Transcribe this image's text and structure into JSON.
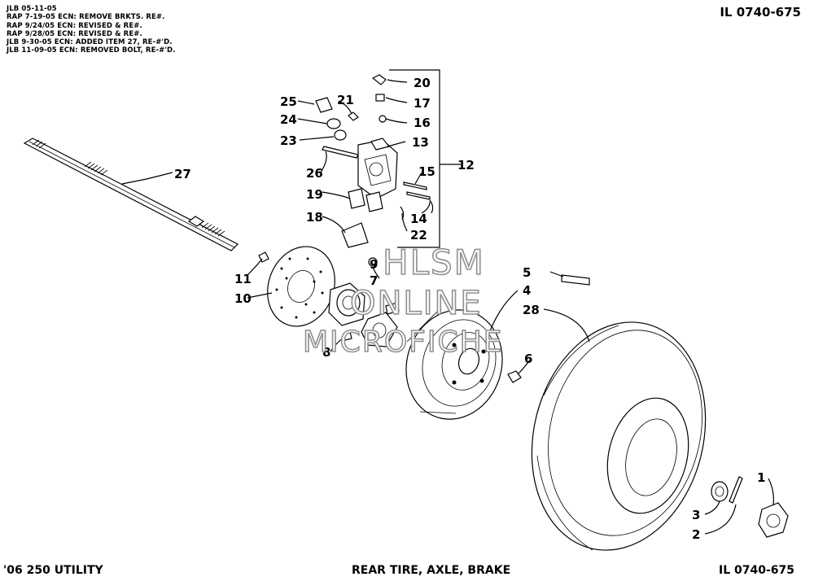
{
  "revision_notes": [
    "JLB 05-11-05",
    "RAP 7-19-05 ECN: REMOVE BRKTS. RE#.",
    "RAP 9/24/05 ECN: REVISED & RE#.",
    "RAP 9/28/05 ECN: REVISED & RE#.",
    "JLB 9-30-05 ECN: ADDED ITEM 27, RE-#'D.",
    "JLB 11-09-05 ECN: REMOVED BOLT, RE-#'D."
  ],
  "illustration_code_top": "IL 0740-675",
  "footer": {
    "model": "'06 250 UTILITY",
    "title": "REAR TIRE, AXLE, BRAKE",
    "illustration_code": "IL 0740-675"
  },
  "watermark": [
    "HLSM",
    "ONLINE",
    "MICROFICHE"
  ],
  "callouts": {
    "c1": "1",
    "c2": "2",
    "c3": "3",
    "c4": "4",
    "c5": "5",
    "c6": "6",
    "c7": "7",
    "c8": "8",
    "c9": "9",
    "c10": "10",
    "c11": "11",
    "c12": "12",
    "c13": "13",
    "c14": "14",
    "c15": "15",
    "c16": "16",
    "c17": "17",
    "c18": "18",
    "c19": "19",
    "c20": "20",
    "c21": "21",
    "c22": "22",
    "c23": "23",
    "c24": "24",
    "c25": "25",
    "c26": "26",
    "c27": "27",
    "c28": "28"
  }
}
